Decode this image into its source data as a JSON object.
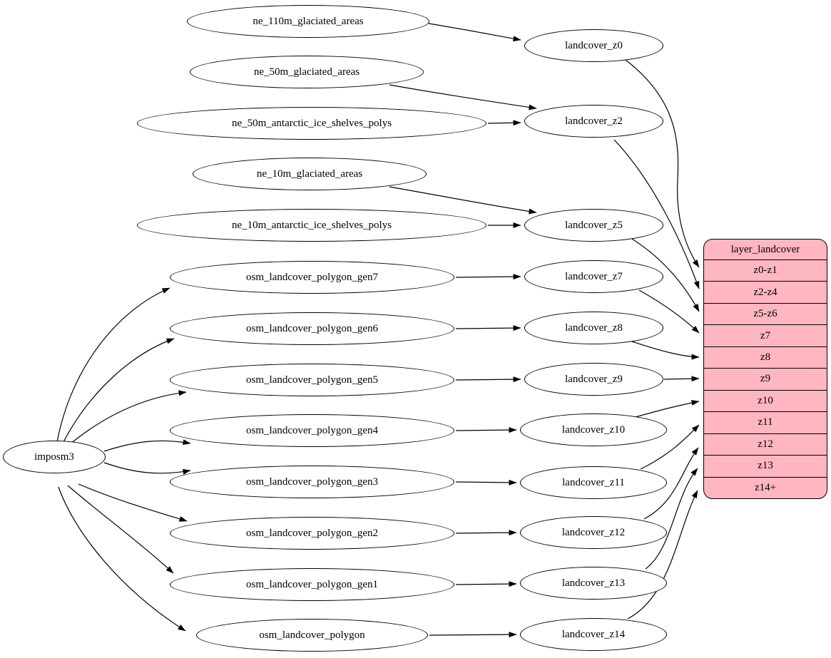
{
  "colors": {
    "table_fill": "#FFB6C1",
    "node_fill": "#FFFFFF",
    "stroke": "#000000"
  },
  "nodes": {
    "imposm3": "imposm3",
    "ne_110m_glaciated_areas": "ne_110m_glaciated_areas",
    "ne_50m_glaciated_areas": "ne_50m_glaciated_areas",
    "ne_50m_antarctic_ice_shelves_polys": "ne_50m_antarctic_ice_shelves_polys",
    "ne_10m_glaciated_areas": "ne_10m_glaciated_areas",
    "ne_10m_antarctic_ice_shelves_polys": "ne_10m_antarctic_ice_shelves_polys",
    "osm_landcover_polygon_gen7": "osm_landcover_polygon_gen7",
    "osm_landcover_polygon_gen6": "osm_landcover_polygon_gen6",
    "osm_landcover_polygon_gen5": "osm_landcover_polygon_gen5",
    "osm_landcover_polygon_gen4": "osm_landcover_polygon_gen4",
    "osm_landcover_polygon_gen3": "osm_landcover_polygon_gen3",
    "osm_landcover_polygon_gen2": "osm_landcover_polygon_gen2",
    "osm_landcover_polygon_gen1": "osm_landcover_polygon_gen1",
    "osm_landcover_polygon": "osm_landcover_polygon",
    "landcover_z0": "landcover_z0",
    "landcover_z2": "landcover_z2",
    "landcover_z5": "landcover_z5",
    "landcover_z7": "landcover_z7",
    "landcover_z8": "landcover_z8",
    "landcover_z9": "landcover_z9",
    "landcover_z10": "landcover_z10",
    "landcover_z11": "landcover_z11",
    "landcover_z12": "landcover_z12",
    "landcover_z13": "landcover_z13",
    "landcover_z14": "landcover_z14"
  },
  "table": {
    "title": "layer_landcover",
    "rows": [
      "z0-z1",
      "z2-z4",
      "z5-z6",
      "z7",
      "z8",
      "z9",
      "z10",
      "z11",
      "z12",
      "z13",
      "z14+"
    ]
  },
  "edges": [
    [
      "ne_110m_glaciated_areas",
      "landcover_z0"
    ],
    [
      "ne_50m_glaciated_areas",
      "landcover_z2"
    ],
    [
      "ne_50m_antarctic_ice_shelves_polys",
      "landcover_z2"
    ],
    [
      "ne_10m_glaciated_areas",
      "landcover_z5"
    ],
    [
      "ne_10m_antarctic_ice_shelves_polys",
      "landcover_z5"
    ],
    [
      "imposm3",
      "osm_landcover_polygon_gen7"
    ],
    [
      "imposm3",
      "osm_landcover_polygon_gen6"
    ],
    [
      "imposm3",
      "osm_landcover_polygon_gen5"
    ],
    [
      "imposm3",
      "osm_landcover_polygon_gen4"
    ],
    [
      "imposm3",
      "osm_landcover_polygon_gen3"
    ],
    [
      "imposm3",
      "osm_landcover_polygon_gen2"
    ],
    [
      "imposm3",
      "osm_landcover_polygon_gen1"
    ],
    [
      "imposm3",
      "osm_landcover_polygon"
    ],
    [
      "osm_landcover_polygon_gen7",
      "landcover_z7"
    ],
    [
      "osm_landcover_polygon_gen6",
      "landcover_z8"
    ],
    [
      "osm_landcover_polygon_gen5",
      "landcover_z9"
    ],
    [
      "osm_landcover_polygon_gen4",
      "landcover_z10"
    ],
    [
      "osm_landcover_polygon_gen3",
      "landcover_z11"
    ],
    [
      "osm_landcover_polygon_gen2",
      "landcover_z12"
    ],
    [
      "osm_landcover_polygon_gen1",
      "landcover_z13"
    ],
    [
      "osm_landcover_polygon",
      "landcover_z14"
    ],
    [
      "landcover_z0",
      "layer_landcover.z0-z1"
    ],
    [
      "landcover_z2",
      "layer_landcover.z2-z4"
    ],
    [
      "landcover_z5",
      "layer_landcover.z5-z6"
    ],
    [
      "landcover_z7",
      "layer_landcover.z7"
    ],
    [
      "landcover_z8",
      "layer_landcover.z8"
    ],
    [
      "landcover_z9",
      "layer_landcover.z9"
    ],
    [
      "landcover_z10",
      "layer_landcover.z10"
    ],
    [
      "landcover_z11",
      "layer_landcover.z11"
    ],
    [
      "landcover_z12",
      "layer_landcover.z12"
    ],
    [
      "landcover_z13",
      "layer_landcover.z13"
    ],
    [
      "landcover_z14",
      "layer_landcover.z14+"
    ]
  ]
}
